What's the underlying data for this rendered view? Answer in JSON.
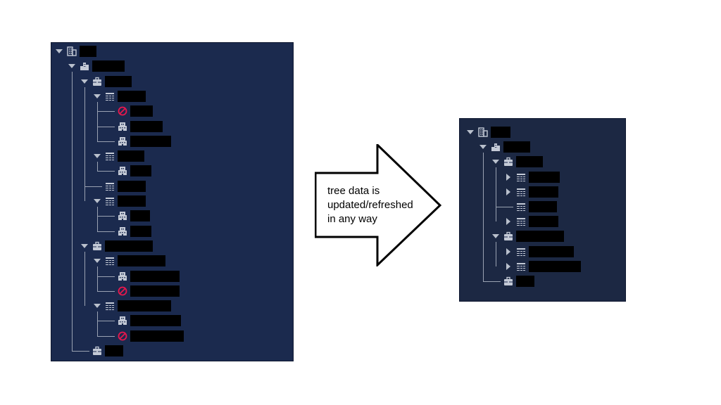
{
  "arrow_caption": [
    "tree data is",
    "updated/refreshed",
    "in any way"
  ],
  "colors": {
    "panel_left": "#1b2a4e",
    "panel_right": "#1c2843",
    "icon": "#c4cad6",
    "error_icon": "#e8174d",
    "guide": "#9aa2b2"
  },
  "left_tree": [
    {
      "level": 0,
      "toggle": "expanded",
      "icon": "building-icon"
    },
    {
      "level": 1,
      "toggle": "expanded",
      "icon": "city-icon"
    },
    {
      "level": 2,
      "toggle": "expanded",
      "icon": "briefcase-icon"
    },
    {
      "level": 3,
      "toggle": "expanded",
      "icon": "list-icon"
    },
    {
      "level": 4,
      "toggle": "none",
      "icon": "blocked-icon"
    },
    {
      "level": 4,
      "toggle": "none",
      "icon": "office-icon"
    },
    {
      "level": 4,
      "toggle": "none",
      "icon": "office-icon"
    },
    {
      "level": 3,
      "toggle": "expanded",
      "icon": "list-icon"
    },
    {
      "level": 4,
      "toggle": "none",
      "icon": "office-icon"
    },
    {
      "level": 3,
      "toggle": "none",
      "icon": "list-icon"
    },
    {
      "level": 3,
      "toggle": "expanded",
      "icon": "list-icon"
    },
    {
      "level": 4,
      "toggle": "none",
      "icon": "office-icon"
    },
    {
      "level": 4,
      "toggle": "none",
      "icon": "office-icon"
    },
    {
      "level": 2,
      "toggle": "expanded",
      "icon": "briefcase-icon"
    },
    {
      "level": 3,
      "toggle": "expanded",
      "icon": "list-icon"
    },
    {
      "level": 4,
      "toggle": "none",
      "icon": "office-icon"
    },
    {
      "level": 4,
      "toggle": "none",
      "icon": "blocked-icon"
    },
    {
      "level": 3,
      "toggle": "expanded",
      "icon": "list-icon"
    },
    {
      "level": 4,
      "toggle": "none",
      "icon": "office-icon"
    },
    {
      "level": 4,
      "toggle": "none",
      "icon": "blocked-icon"
    },
    {
      "level": 2,
      "toggle": "none",
      "icon": "briefcase-icon"
    }
  ],
  "right_tree": [
    {
      "level": 0,
      "toggle": "expanded",
      "icon": "building-icon"
    },
    {
      "level": 1,
      "toggle": "expanded",
      "icon": "city-icon"
    },
    {
      "level": 2,
      "toggle": "expanded",
      "icon": "briefcase-icon"
    },
    {
      "level": 3,
      "toggle": "collapsed",
      "icon": "list-icon"
    },
    {
      "level": 3,
      "toggle": "collapsed",
      "icon": "list-icon"
    },
    {
      "level": 3,
      "toggle": "none",
      "icon": "list-icon"
    },
    {
      "level": 3,
      "toggle": "collapsed",
      "icon": "list-icon"
    },
    {
      "level": 2,
      "toggle": "expanded",
      "icon": "briefcase-icon"
    },
    {
      "level": 3,
      "toggle": "collapsed",
      "icon": "list-icon"
    },
    {
      "level": 3,
      "toggle": "collapsed",
      "icon": "list-icon"
    },
    {
      "level": 2,
      "toggle": "none",
      "icon": "briefcase-icon"
    }
  ]
}
